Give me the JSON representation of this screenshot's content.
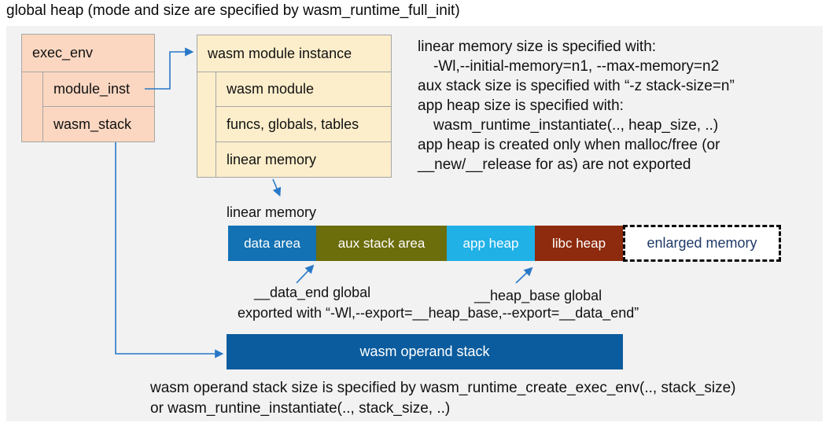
{
  "title": "global heap (mode and size are specified by wasm_runtime_full_init)",
  "exec_env": {
    "header": "exec_env",
    "rows": [
      "module_inst",
      "wasm_stack"
    ]
  },
  "module_instance": {
    "header": "wasm module instance",
    "rows": [
      "wasm module",
      "funcs, globals, tables",
      "linear memory"
    ]
  },
  "notes_right": {
    "lines": [
      "linear memory size is specified with:",
      "-Wl,--initial-memory=n1, --max-memory=n2",
      "aux stack size is specified with “-z stack-size=n”",
      "app heap size is specified with:",
      "wasm_runtime_instantiate(.., heap_size, ..)",
      "app heap is created only when malloc/free (or",
      "__new/__release for as) are not exported"
    ]
  },
  "linear_memory": {
    "label": "linear memory",
    "segments": [
      {
        "label": "data area",
        "color": "#1272b4"
      },
      {
        "label": "aux stack area",
        "color": "#6c6d0b"
      },
      {
        "label": "app heap",
        "color": "#20b1e7"
      },
      {
        "label": "libc heap",
        "color": "#8e2a0d"
      },
      {
        "label": "enlarged memory",
        "color": "#ffffff",
        "text_color": "#1f3a68",
        "border_style": "dashed"
      }
    ]
  },
  "annotations": {
    "data_end": "__data_end global",
    "heap_base": "__heap_base global",
    "exported": "exported with “-Wl,--export=__heap_base,--export=__data_end”"
  },
  "operand_stack": {
    "label": "wasm operand stack",
    "note_line1": "wasm operand stack size is specified by wasm_runtime_create_exec_env(.., stack_size)",
    "note_line2": "or wasm_runtine_instantiate(.., stack_size, ..)"
  },
  "colors": {
    "arrow": "#2878c8",
    "panel_bg": "#f2f2f2",
    "exec_env_fill": "#fbd7c1",
    "module_instance_fill": "#fdeecb",
    "operand_stack_fill": "#0b5c9e",
    "enlarged_text": "#1f3a68"
  }
}
